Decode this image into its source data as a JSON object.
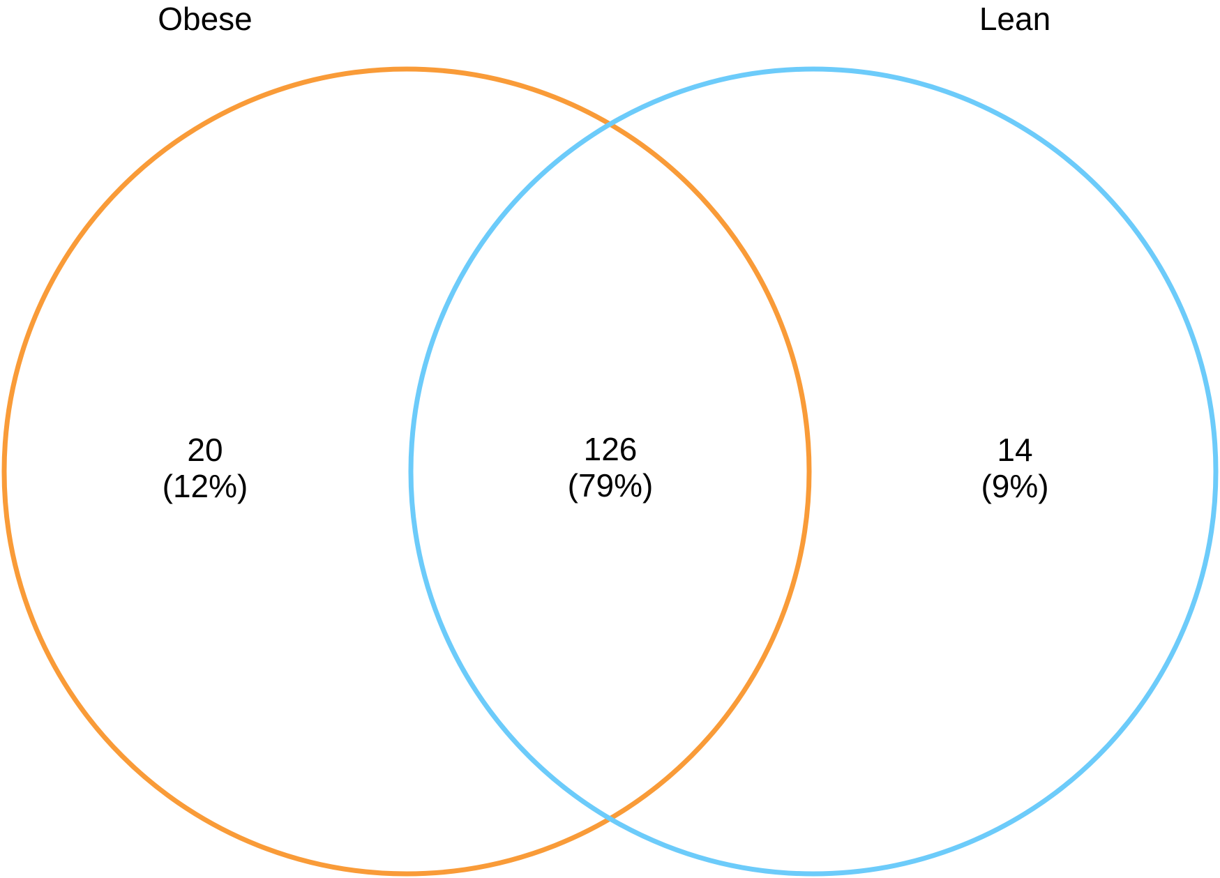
{
  "sets": [
    {
      "id": "obese",
      "label": "Obese",
      "color": "#F99B38"
    },
    {
      "id": "lean",
      "label": "Lean",
      "color": "#6CCBFA"
    }
  ],
  "regions": {
    "obese_only": {
      "count": "20",
      "percent": "(12%)"
    },
    "both": {
      "count": "126",
      "percent": "(79%)"
    },
    "lean_only": {
      "count": "14",
      "percent": "(9%)"
    }
  }
}
